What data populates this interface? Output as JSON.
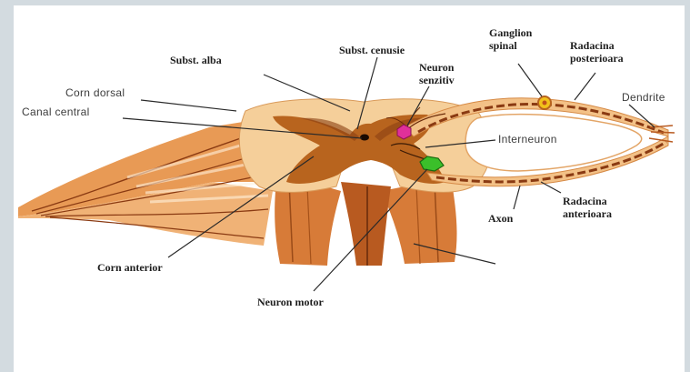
{
  "labels": {
    "subst_alba": "Subst. alba",
    "subst_cenusie": "Subst. cenusie",
    "ganglion_line1": "Ganglion",
    "ganglion_line2": "spinal",
    "radacina_post_line1": "Radacina",
    "radacina_post_line2": "posterioara",
    "neuron_senz_line1": "Neuron",
    "neuron_senz_line2": "senzitiv",
    "corn_dorsal": "Corn dorsal",
    "canal_central": "Canal central",
    "dendrite": "Dendrite",
    "interneuron": "Interneuron",
    "axon": "Axon",
    "radacina_ant_line1": "Radacina",
    "radacina_ant_line2": "anterioara",
    "corn_anterior": "Corn anterior",
    "neuron_motor": "Neuron motor"
  },
  "colors": {
    "slide_border": "#d3dbe0",
    "white_matter": "#f5cf9a",
    "grey_matter": "#b8641e",
    "nerve_root": "#e89a55",
    "nerve_dark": "#8a3a12",
    "sensory_neuron": "#e0309a",
    "motor_neuron": "#3bbf2a",
    "ganglion": "#f2c11a"
  }
}
